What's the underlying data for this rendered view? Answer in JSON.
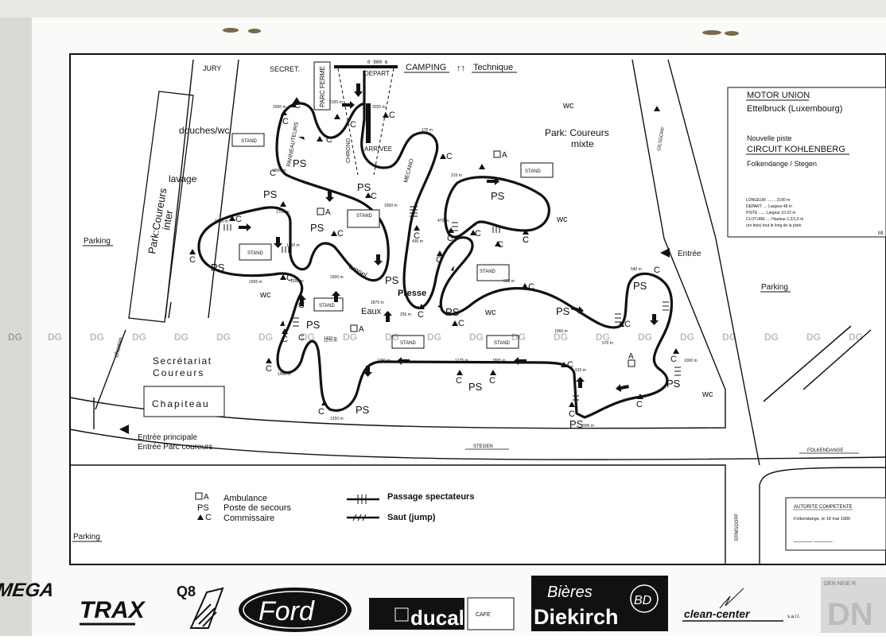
{
  "header": {
    "club": "MOTOR UNION",
    "location": "Ettelbruck (Luxembourg)",
    "subtitle": "Nouvelle piste",
    "circuit_name": "CIRCUIT KOHLENBERG",
    "venue": "Folkendange / Stegen",
    "specs": [
      "LONGEUR ........ 2190 m",
      "DEPART .... Largeur 48 m",
      "PISTE ...... Largeur 10-22 m",
      "CLOTURE .... Hauteur 1,2/1,5 m",
      "(en bois) tout le long de la piste"
    ]
  },
  "labels": {
    "jury": "JURY",
    "secret": "SECRET.",
    "parc_ferme": "PARC FERME",
    "depart": "DEPART",
    "camping": "CAMPING",
    "technique": "Technique",
    "wc": "wc",
    "park_coureurs_mixte_1": "Park: Coureurs",
    "park_coureurs_mixte_2": "mixte",
    "douches": "douches/wc",
    "lavage": "lavage",
    "park_inter_1": "Park:Coureurs",
    "park_inter_2": "inter",
    "parking": "Parking",
    "entree": "Entrée",
    "chemin": "chemin",
    "secretariat_1": "Secrétariat",
    "secretariat_2": "Coureurs",
    "chapiteau": "Chapiteau",
    "entree_principale": "Entrée principale",
    "entree_parc": "Entrée Parc coureurs",
    "stegen": "STEGEN",
    "folkendange": "FOLKENDANGE",
    "ermsdorf": "ERMSDORF",
    "gilsdorf": "GILSDORF",
    "stand": "STAND",
    "ps": "PS",
    "c": "C",
    "a": "A",
    "chrono": "CHRONO",
    "arrivee": "ARRIVEE",
    "mecano": "MECANO",
    "panneauteurs": "PANNEAUTEURS",
    "tunnel": "tunnel",
    "eaux": "Eaux",
    "presse": "Presse",
    "m_partial": "MI"
  },
  "legend": {
    "ambulance_symbol": "⊞A",
    "ambulance": "Ambulance",
    "secours_symbol": "PS",
    "secours": "Poste de secours",
    "commissaire_symbol": "▲C",
    "commissaire": "Commissaire",
    "passage": "Passage spectateurs",
    "saut": "Saut (jump)"
  },
  "authority": {
    "title": "AUTORITE COMPETENTE",
    "date": "Folkendange, le 18 mai 1989",
    "signature_lines": "______      ______"
  },
  "sponsors": {
    "megatrax_1": "MEGA",
    "megatrax_2": "TRAX",
    "q8": "Q8",
    "ford": "Ford",
    "ducal": "ducal",
    "cafe": "CAFE",
    "bieres": "Bières",
    "diekirch": "Diekirch",
    "bd": "BD",
    "clean": "clean-center",
    "sarl": "s.a.r.l.",
    "dn": "DN",
    "dn_top": "DEN NEIE R"
  },
  "watermark": "DG",
  "distances": [
    "0 000 m",
    "2050 m",
    "2100 m",
    "2020 m",
    "2000 m",
    "170 m",
    "1600 m",
    "1700 m",
    "1650 m",
    "1400 m",
    "1565 m",
    "1500 m",
    "1550 m",
    "1875 m",
    "1270 m",
    "255 m",
    "1420 m",
    "1450 m",
    "1250 m",
    "1775 m",
    "1865 m",
    "1290 m",
    "915 m",
    "995 m",
    "315 m",
    "625 m",
    "570 m",
    "540 m",
    "1000 m",
    "1060 m",
    "470 m",
    "430 m"
  ]
}
